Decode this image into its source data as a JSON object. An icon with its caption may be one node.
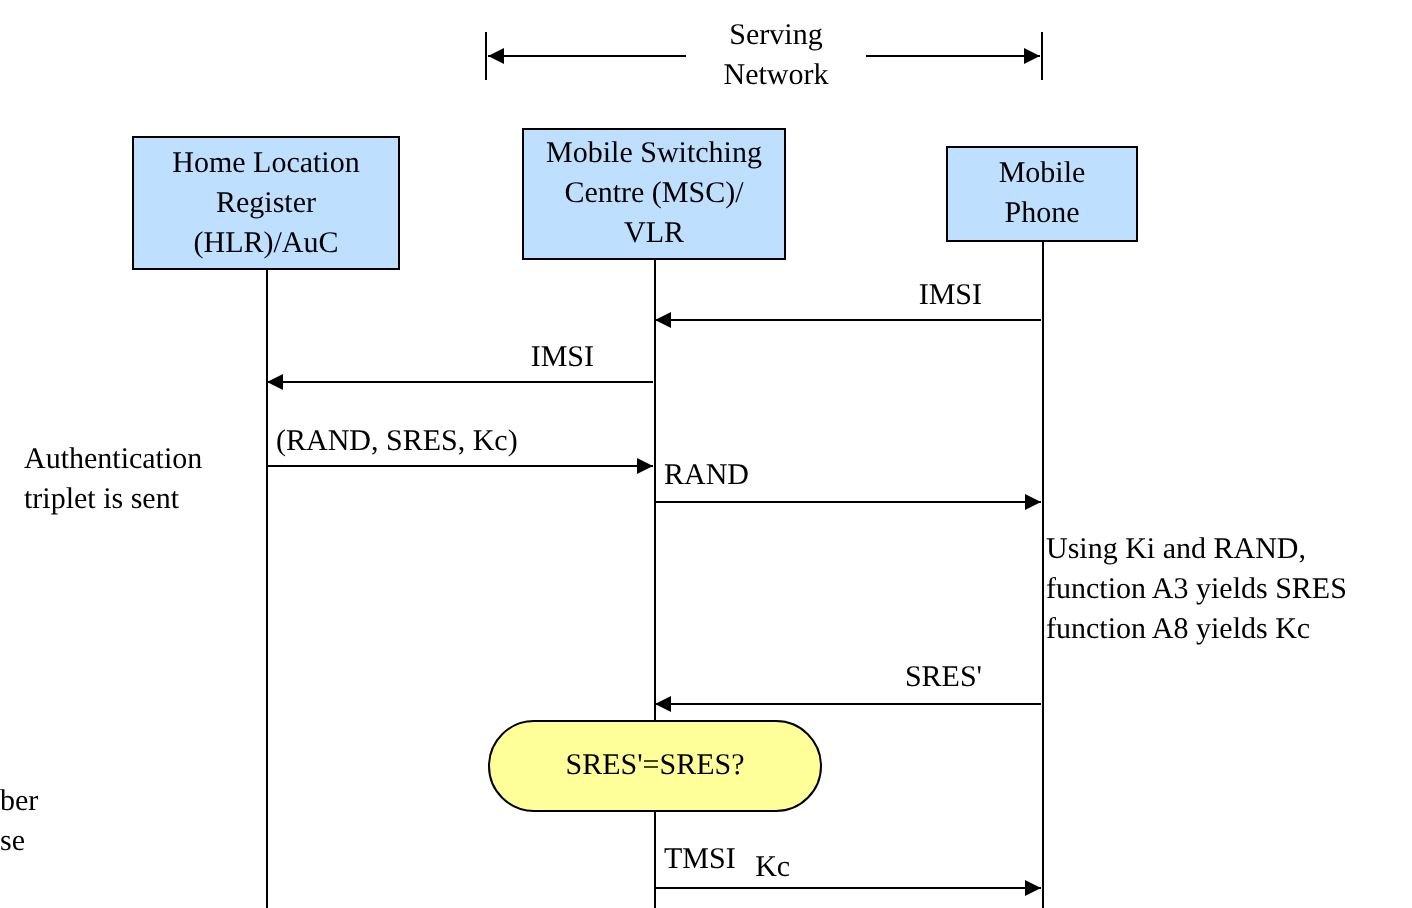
{
  "diagram": {
    "nodes": [
      {
        "text": [
          "Home Location Register (HLR)/AuC"
        ]
      },
      {
        "text": [
          "Mobile Switching Centre (MSC)/ VLR"
        ]
      },
      {
        "text": [
          "Mobile Phone"
        ]
      },
      {
        "text": [
          "SRES'=SRES?"
        ]
      },
      {
        "text": [],
        "shape": "line"
      },
      {
        "text": [],
        "shape": "line"
      },
      {
        "text": [],
        "shape": "line"
      }
    ],
    "edges": [
      {
        "from": 6,
        "to": 5,
        "arrow": "to",
        "label": "IMSI"
      },
      {
        "from": 5,
        "to": 4,
        "arrow": "to",
        "label": "IMSI"
      },
      {
        "from": 4,
        "to": 5,
        "arrow": "to",
        "label": "(RAND, SRES, Kc)"
      },
      {
        "from": 5,
        "to": 6,
        "arrow": "to",
        "label": "RAND"
      },
      {
        "from": 6,
        "to": 5,
        "arrow": "to",
        "label": "SRES'"
      },
      {
        "from": 5,
        "to": 6,
        "arrow": "to",
        "label": "TMSI $_{Kc}$"
      }
    ],
    "labels": [
      "Serving Network",
      "Authentication triplet is sent",
      "Using Ki and RAND, function A3 yields SRES function A8 yields Kc",
      "ber",
      "se"
    ]
  }
}
